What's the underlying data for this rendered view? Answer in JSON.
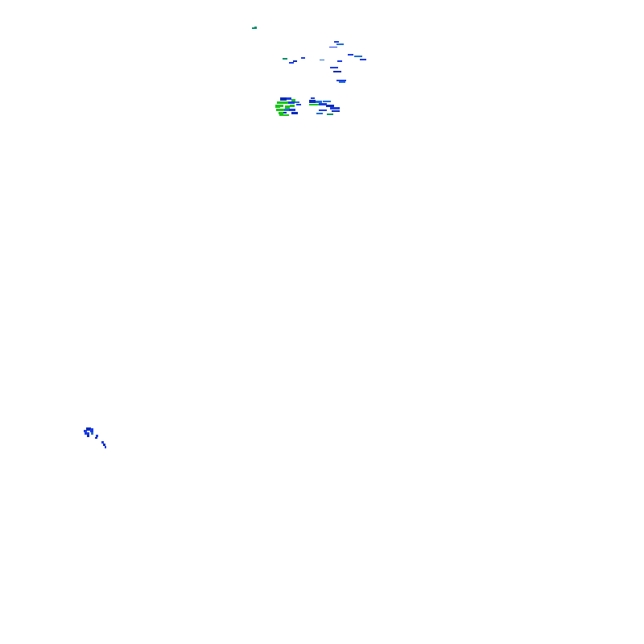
{
  "map": {
    "kind": "weather-radar-precipitation-overlay",
    "background": "#ffffff",
    "intensity_colors": {
      "light": "#1a3ce8",
      "light_alt": "#1f6ed6",
      "moderate": "#18c418",
      "trace": "#0a8f6a",
      "dark": "#0b2bb8"
    },
    "echo_clusters": [
      {
        "name": "north-trace-echo",
        "intensity": "trace"
      },
      {
        "name": "north-scattered-echoes",
        "intensity": "light"
      },
      {
        "name": "central-moderate-cell",
        "intensity": "moderate"
      },
      {
        "name": "central-banded-echoes",
        "intensity": "light"
      },
      {
        "name": "southwest-isolated-echoes",
        "intensity": "light"
      }
    ]
  }
}
